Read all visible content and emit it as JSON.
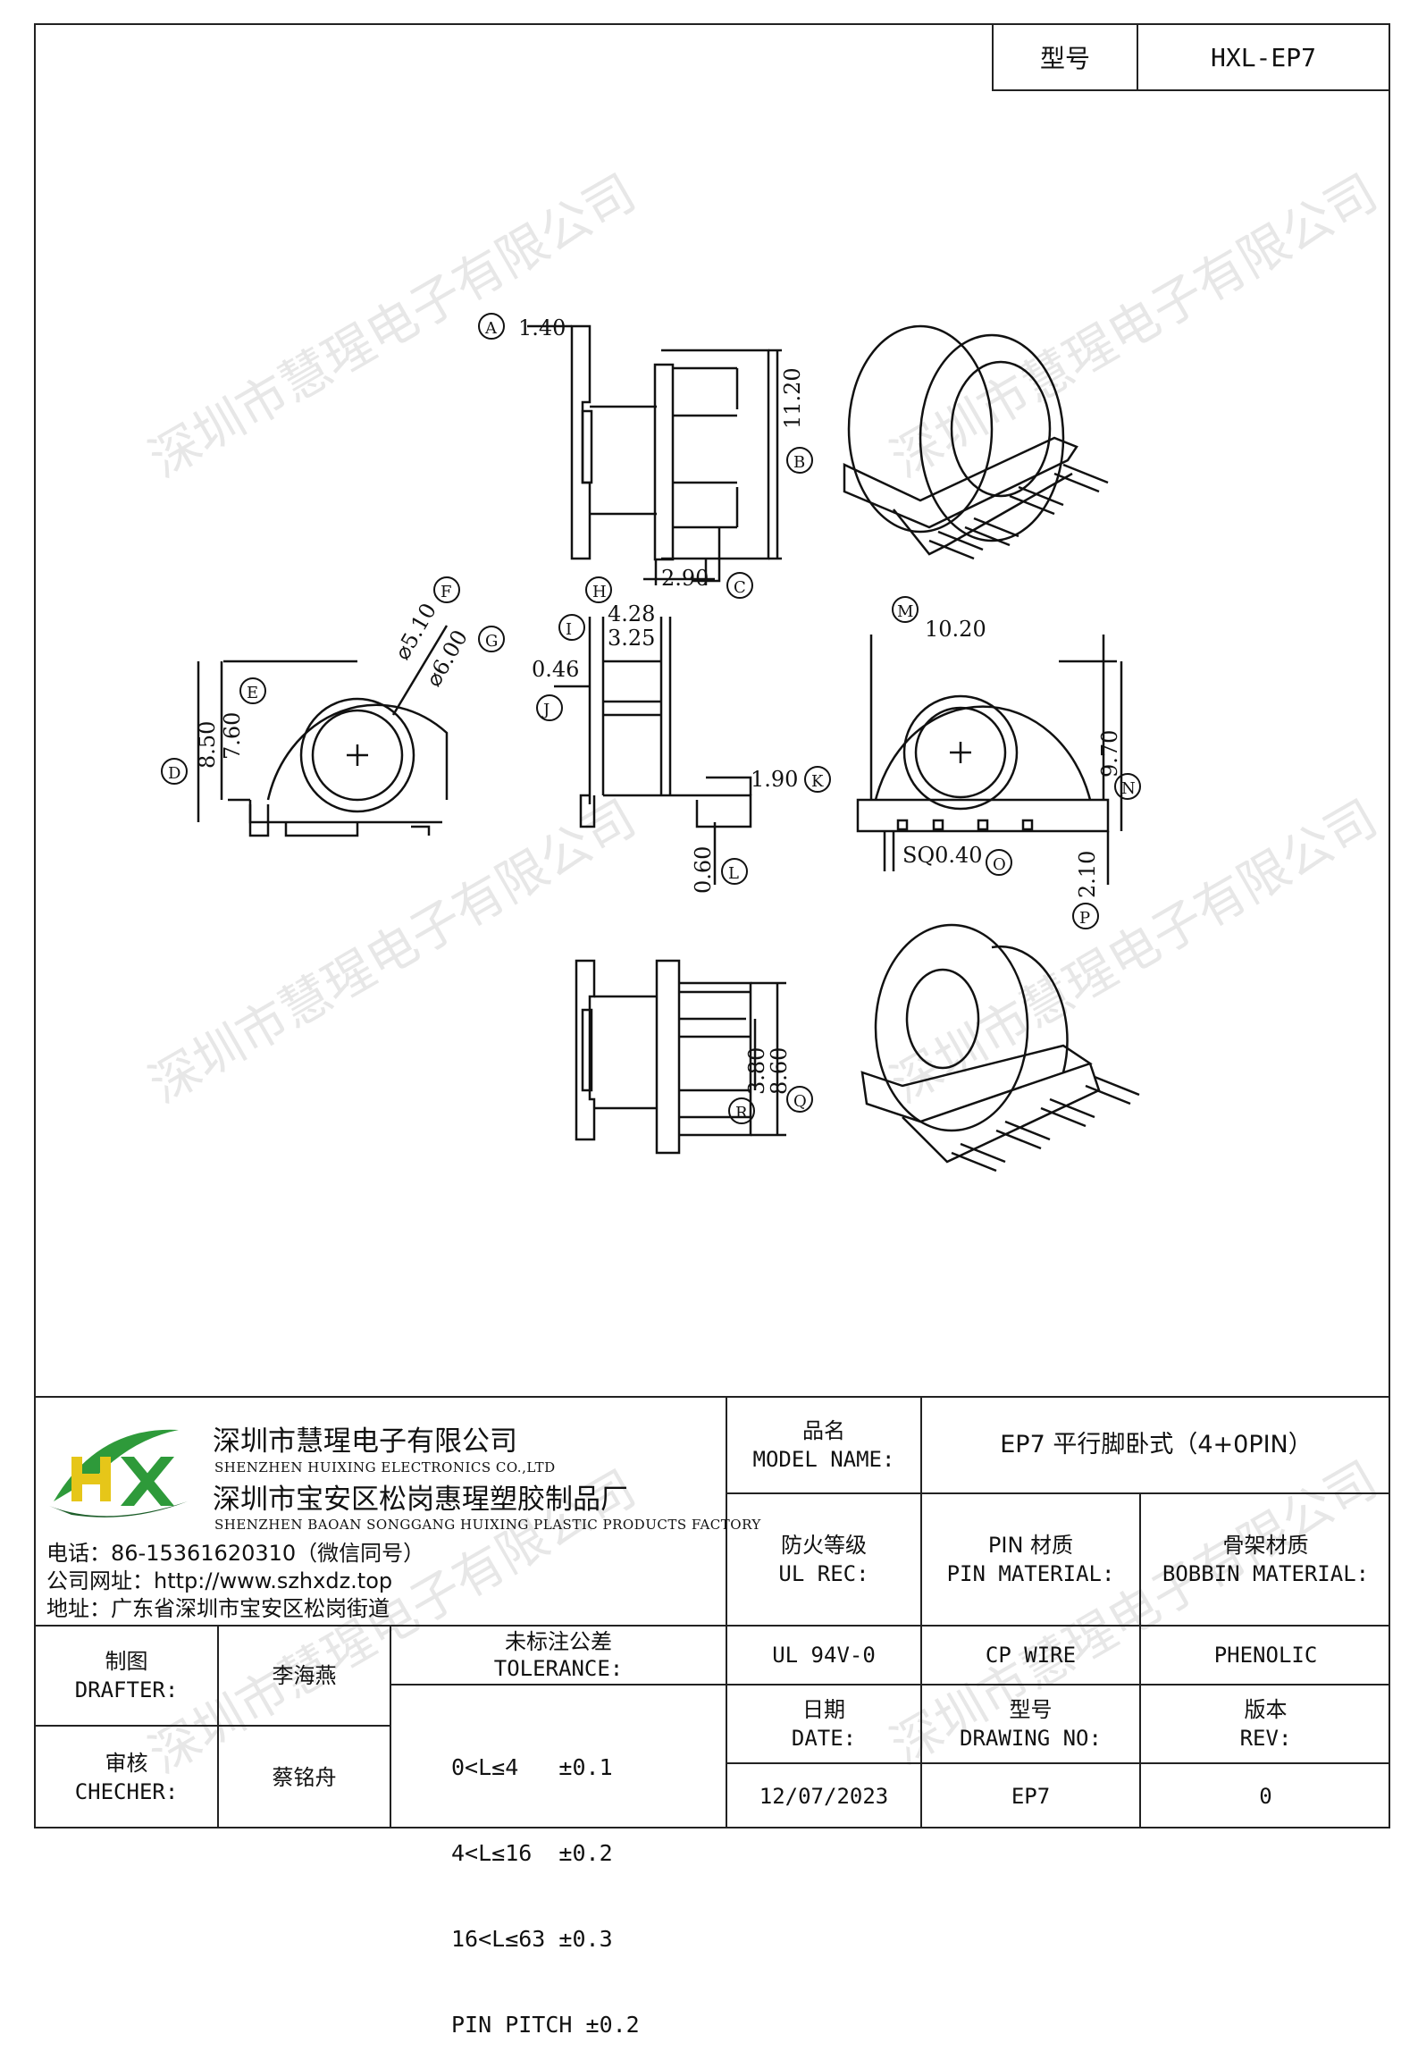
{
  "header": {
    "model_label": "型号",
    "model_value": "HXL-EP7"
  },
  "watermark": "深圳市慧瑆电子有限公司",
  "logo": {
    "text": "HX",
    "colors": {
      "green": "#2e9a3a",
      "yellow": "#e6c619",
      "dark": "#1d5e2a"
    }
  },
  "company": {
    "name_cn": "深圳市慧瑆电子有限公司",
    "name_en": "SHENZHEN HUIXING ELECTRONICS CO.,LTD",
    "factory_cn": "深圳市宝安区松岗惠瑆塑胶制品厂",
    "factory_en": "SHENZHEN BAOAN SONGGANG HUIXING PLASTIC PRODUCTS FACTORY",
    "phone": "电话：86-15361620310（微信同号）",
    "website": "公司网址：http://www.szhxdz.top",
    "address": "地址：广东省深圳市宝安区松岗街道"
  },
  "title_block": {
    "model_name_cn": "品名",
    "model_name_en": "MODEL NAME:",
    "model_name_value": "EP7 平行脚卧式（4+0PIN）",
    "ul_cn": "防火等级",
    "ul_en": "UL REC:",
    "pin_mat_cn": "PIN 材质",
    "pin_mat_en": "PIN MATERIAL:",
    "bobbin_cn": "骨架材质",
    "bobbin_en": "BOBBIN MATERIAL:",
    "ul_value": "UL 94V-0",
    "pin_value": "CP WIRE",
    "bobbin_value": "PHENOLIC",
    "drafter_cn": "制图",
    "drafter_en": "DRAFTER:",
    "drafter_name": "李海燕",
    "checker_cn": "审核",
    "checker_en": "CHECHER:",
    "checker_name": "蔡铭舟",
    "tol_cn": "未标注公差",
    "tol_en": "TOLERANCE:",
    "tol_lines": [
      "0<L≤4   ±0.1",
      "4<L≤16  ±0.2",
      "16<L≤63 ±0.3",
      "PIN PITCH ±0.2"
    ],
    "date_cn": "日期",
    "date_en": "DATE:",
    "dwg_cn": "型号",
    "dwg_en": "DRAWING NO:",
    "rev_cn": "版本",
    "rev_en": "REV:",
    "date_value": "12/07/2023",
    "dwg_value": "EP7",
    "rev_value": "0"
  },
  "dimensions": {
    "A": "1.40",
    "B": "11.20",
    "C": "2.90",
    "D": "8.50",
    "E": "7.60",
    "F": "⌀5.10",
    "G": "⌀6.00",
    "H": "4.28",
    "I": "3.25",
    "J": "0.46",
    "K": "1.90",
    "L": "0.60",
    "M": "10.20",
    "N": "9.70",
    "O": "SQ0.40",
    "P": "2.10",
    "Q": "8.60",
    "R": "3.80"
  }
}
